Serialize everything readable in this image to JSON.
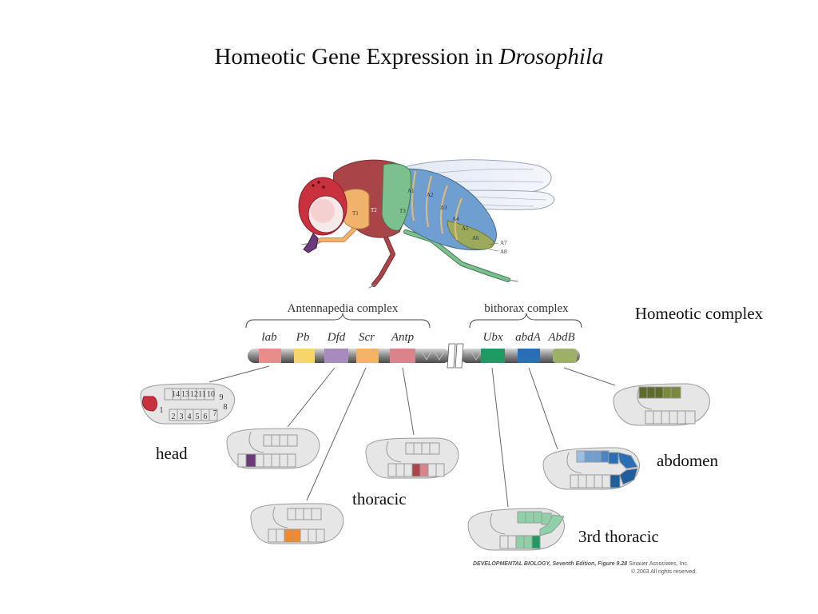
{
  "title": {
    "prefix": "Homeotic Gene Expression in ",
    "species": "Drosophila"
  },
  "complexes": {
    "antennapedia": "Antennapedia complex",
    "bithorax": "bithorax complex",
    "homeotic": "Homeotic complex"
  },
  "genes": [
    {
      "name": "lab",
      "color": "#e88c8c"
    },
    {
      "name": "Pb",
      "color": "#f6d56a"
    },
    {
      "name": "Dfd",
      "color": "#a78bbf"
    },
    {
      "name": "Scr",
      "color": "#f4b468"
    },
    {
      "name": "Antp",
      "color": "#d9848a"
    },
    {
      "name": "Ubx",
      "color": "#1f9a63"
    },
    {
      "name": "abdA",
      "color": "#2a6fb5"
    },
    {
      "name": "AbdB",
      "color": "#9db06a"
    }
  ],
  "segments": {
    "thorax": [
      "T1",
      "T2",
      "T3"
    ],
    "abdomen": [
      "A1",
      "A2",
      "A3",
      "A4",
      "A5",
      "A6",
      "A7",
      "A8"
    ]
  },
  "embryo_numbers": [
    "1",
    "2",
    "3",
    "4",
    "5",
    "6",
    "7",
    "8",
    "9",
    "10",
    "11",
    "12",
    "13",
    "14"
  ],
  "regions": {
    "head": "head",
    "thoracic": "thoracic",
    "abdomen": "abdomen",
    "third_thoracic": "3rd thoracic"
  },
  "credit": {
    "book": "DEVELOPMENTAL BIOLOGY, Seventh Edition, Figure 9.28",
    "publisher": "Sinauer Associates, Inc.",
    "rights": "© 2003 All rights reserved."
  },
  "colors": {
    "head": "#c9313f",
    "head_light": "#f3c4c4",
    "eye": "#e8e8e8",
    "thorax_dark": "#a94449",
    "thorax_tan": "#f1b36c",
    "t3_green": "#7cc08e",
    "abd_blue": "#6f9fd1",
    "abd_olive": "#9bab5b",
    "proboscis": "#6b3a7a",
    "embryo": "#e6e6e6",
    "embryo_stroke": "#9a9a9a",
    "chromosome": "#8f8f8f"
  }
}
